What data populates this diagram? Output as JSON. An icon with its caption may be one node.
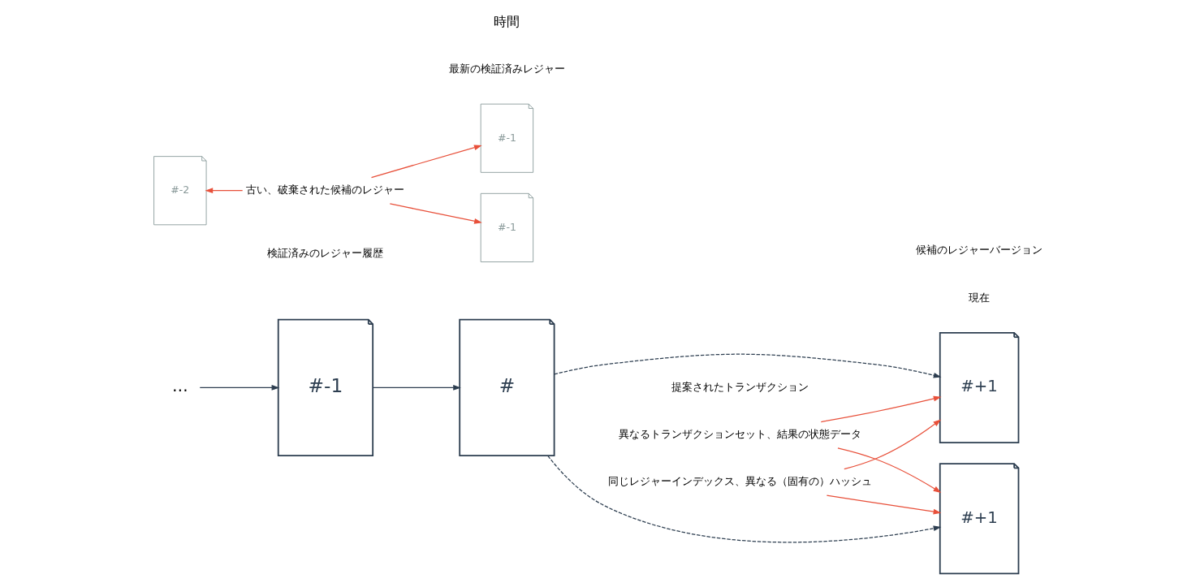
{
  "diagram": {
    "nodes": [
      {
        "text": [
          "…"
        ]
      },
      {
        "text": [
          "#-2"
        ]
      },
      {
        "text": [
          "#-1"
        ]
      },
      {
        "text": [
          "#-1"
        ]
      },
      {
        "text": [
          "古い、破棄された候補のレジャー"
        ]
      },
      {
        "text": [
          "#-1"
        ]
      },
      {
        "text": [
          "#"
        ]
      },
      {
        "text": [
          "同じレジャーインデックス、異なる（固有の）ハッシュ"
        ]
      },
      {
        "text": [
          "#+1"
        ]
      },
      {
        "text": [
          "#+1"
        ]
      },
      {
        "text": [
          "異なるトランザクションセット、結果の状態データ"
        ]
      }
    ],
    "edges": [
      {
        "from": 0,
        "to": 5,
        "arrow": "to",
        "color": "#2d3e50"
      },
      {
        "from": 5,
        "to": 6,
        "arrow": "to",
        "color": "#2d3e50"
      },
      {
        "from": 6,
        "to": 8,
        "arrow": "to",
        "style": "dashed",
        "color": "#2d3e50"
      },
      {
        "from": 6,
        "to": 9,
        "arrow": "to",
        "style": "dashed",
        "color": "#2d3e50"
      },
      {
        "from": 4,
        "to": 1,
        "arrow": "to"
      },
      {
        "from": 4,
        "to": 2,
        "arrow": "to"
      },
      {
        "from": 4,
        "to": 3,
        "arrow": "to"
      },
      {
        "from": 7,
        "to": 8,
        "arrow": "to"
      },
      {
        "from": 7,
        "to": 9,
        "arrow": "to"
      },
      {
        "from": 10,
        "to": 8,
        "arrow": "to"
      },
      {
        "from": 10,
        "to": 9,
        "arrow": "to"
      }
    ],
    "labels": [
      "提案されたトランザクション",
      "検証済みのレジャー履歴",
      "最新の検証済みレジャー",
      "候補のレジャーバージョン",
      "時間",
      "現在"
    ]
  }
}
